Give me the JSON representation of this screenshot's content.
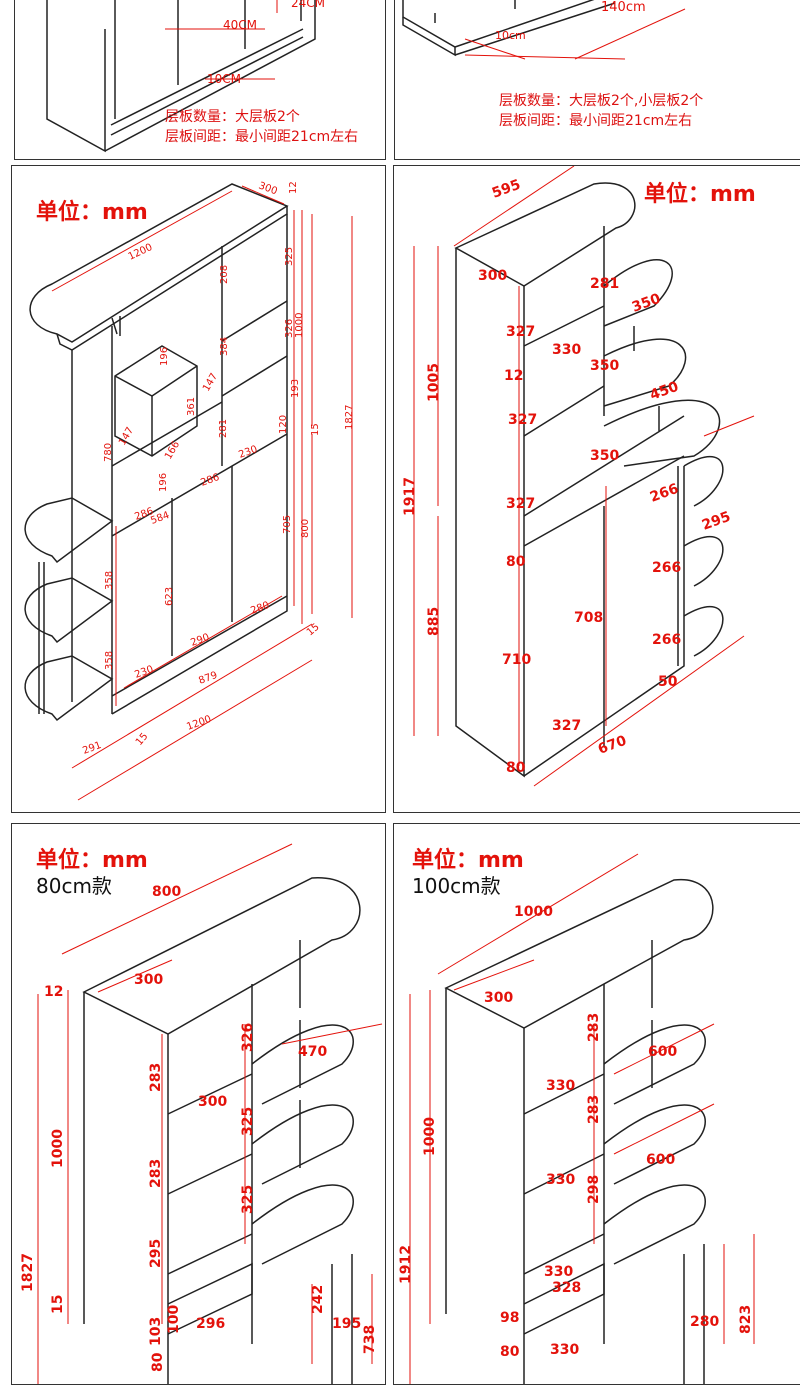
{
  "top_left": {
    "labels": [
      "40CM",
      "10CM",
      "24CM"
    ],
    "notes": [
      "层板数量：大层板2个",
      "层板间距：最小间距21cm左右"
    ]
  },
  "top_right": {
    "labels": [
      "140cm",
      "10cm"
    ],
    "notes": [
      "层板数量：大层板2个,小层板2个",
      "层板间距：最小间距21cm左右"
    ]
  },
  "panel_a": {
    "unit": "单位：mm",
    "dims": [
      "300",
      "12",
      "1200",
      "325",
      "208",
      "326",
      "1000",
      "196",
      "384",
      "361",
      "147",
      "193",
      "15",
      "147",
      "281",
      "120",
      "1827",
      "780",
      "166",
      "230",
      "196",
      "286",
      "584",
      "286",
      "705",
      "800",
      "358",
      "623",
      "358",
      "230",
      "290",
      "280",
      "15",
      "879",
      "291",
      "15",
      "1200"
    ]
  },
  "panel_b": {
    "unit": "单位：mm",
    "dims": [
      "595",
      "300",
      "281",
      "327",
      "350",
      "330",
      "350",
      "12",
      "450",
      "327",
      "1005",
      "350",
      "1917",
      "327",
      "266",
      "295",
      "80",
      "266",
      "885",
      "708",
      "266",
      "710",
      "50",
      "327",
      "670",
      "80"
    ]
  },
  "panel_c": {
    "unit": "单位：mm",
    "subtitle": "80cm款",
    "dims": [
      "800",
      "12",
      "300",
      "326",
      "470",
      "283",
      "1000",
      "300",
      "325",
      "283",
      "325",
      "1827",
      "295",
      "242",
      "195",
      "15",
      "296",
      "103",
      "738",
      "100",
      "80"
    ]
  },
  "panel_d": {
    "unit": "单位：mm",
    "subtitle": "100cm款",
    "dims": [
      "1000",
      "300",
      "283",
      "600",
      "1000",
      "330",
      "283",
      "600",
      "330",
      "298",
      "1912",
      "330",
      "328",
      "280",
      "823",
      "98",
      "80",
      "330"
    ]
  },
  "colors": {
    "dimension": "#e3120b",
    "outline": "#222222",
    "panel_border": "#333333"
  }
}
